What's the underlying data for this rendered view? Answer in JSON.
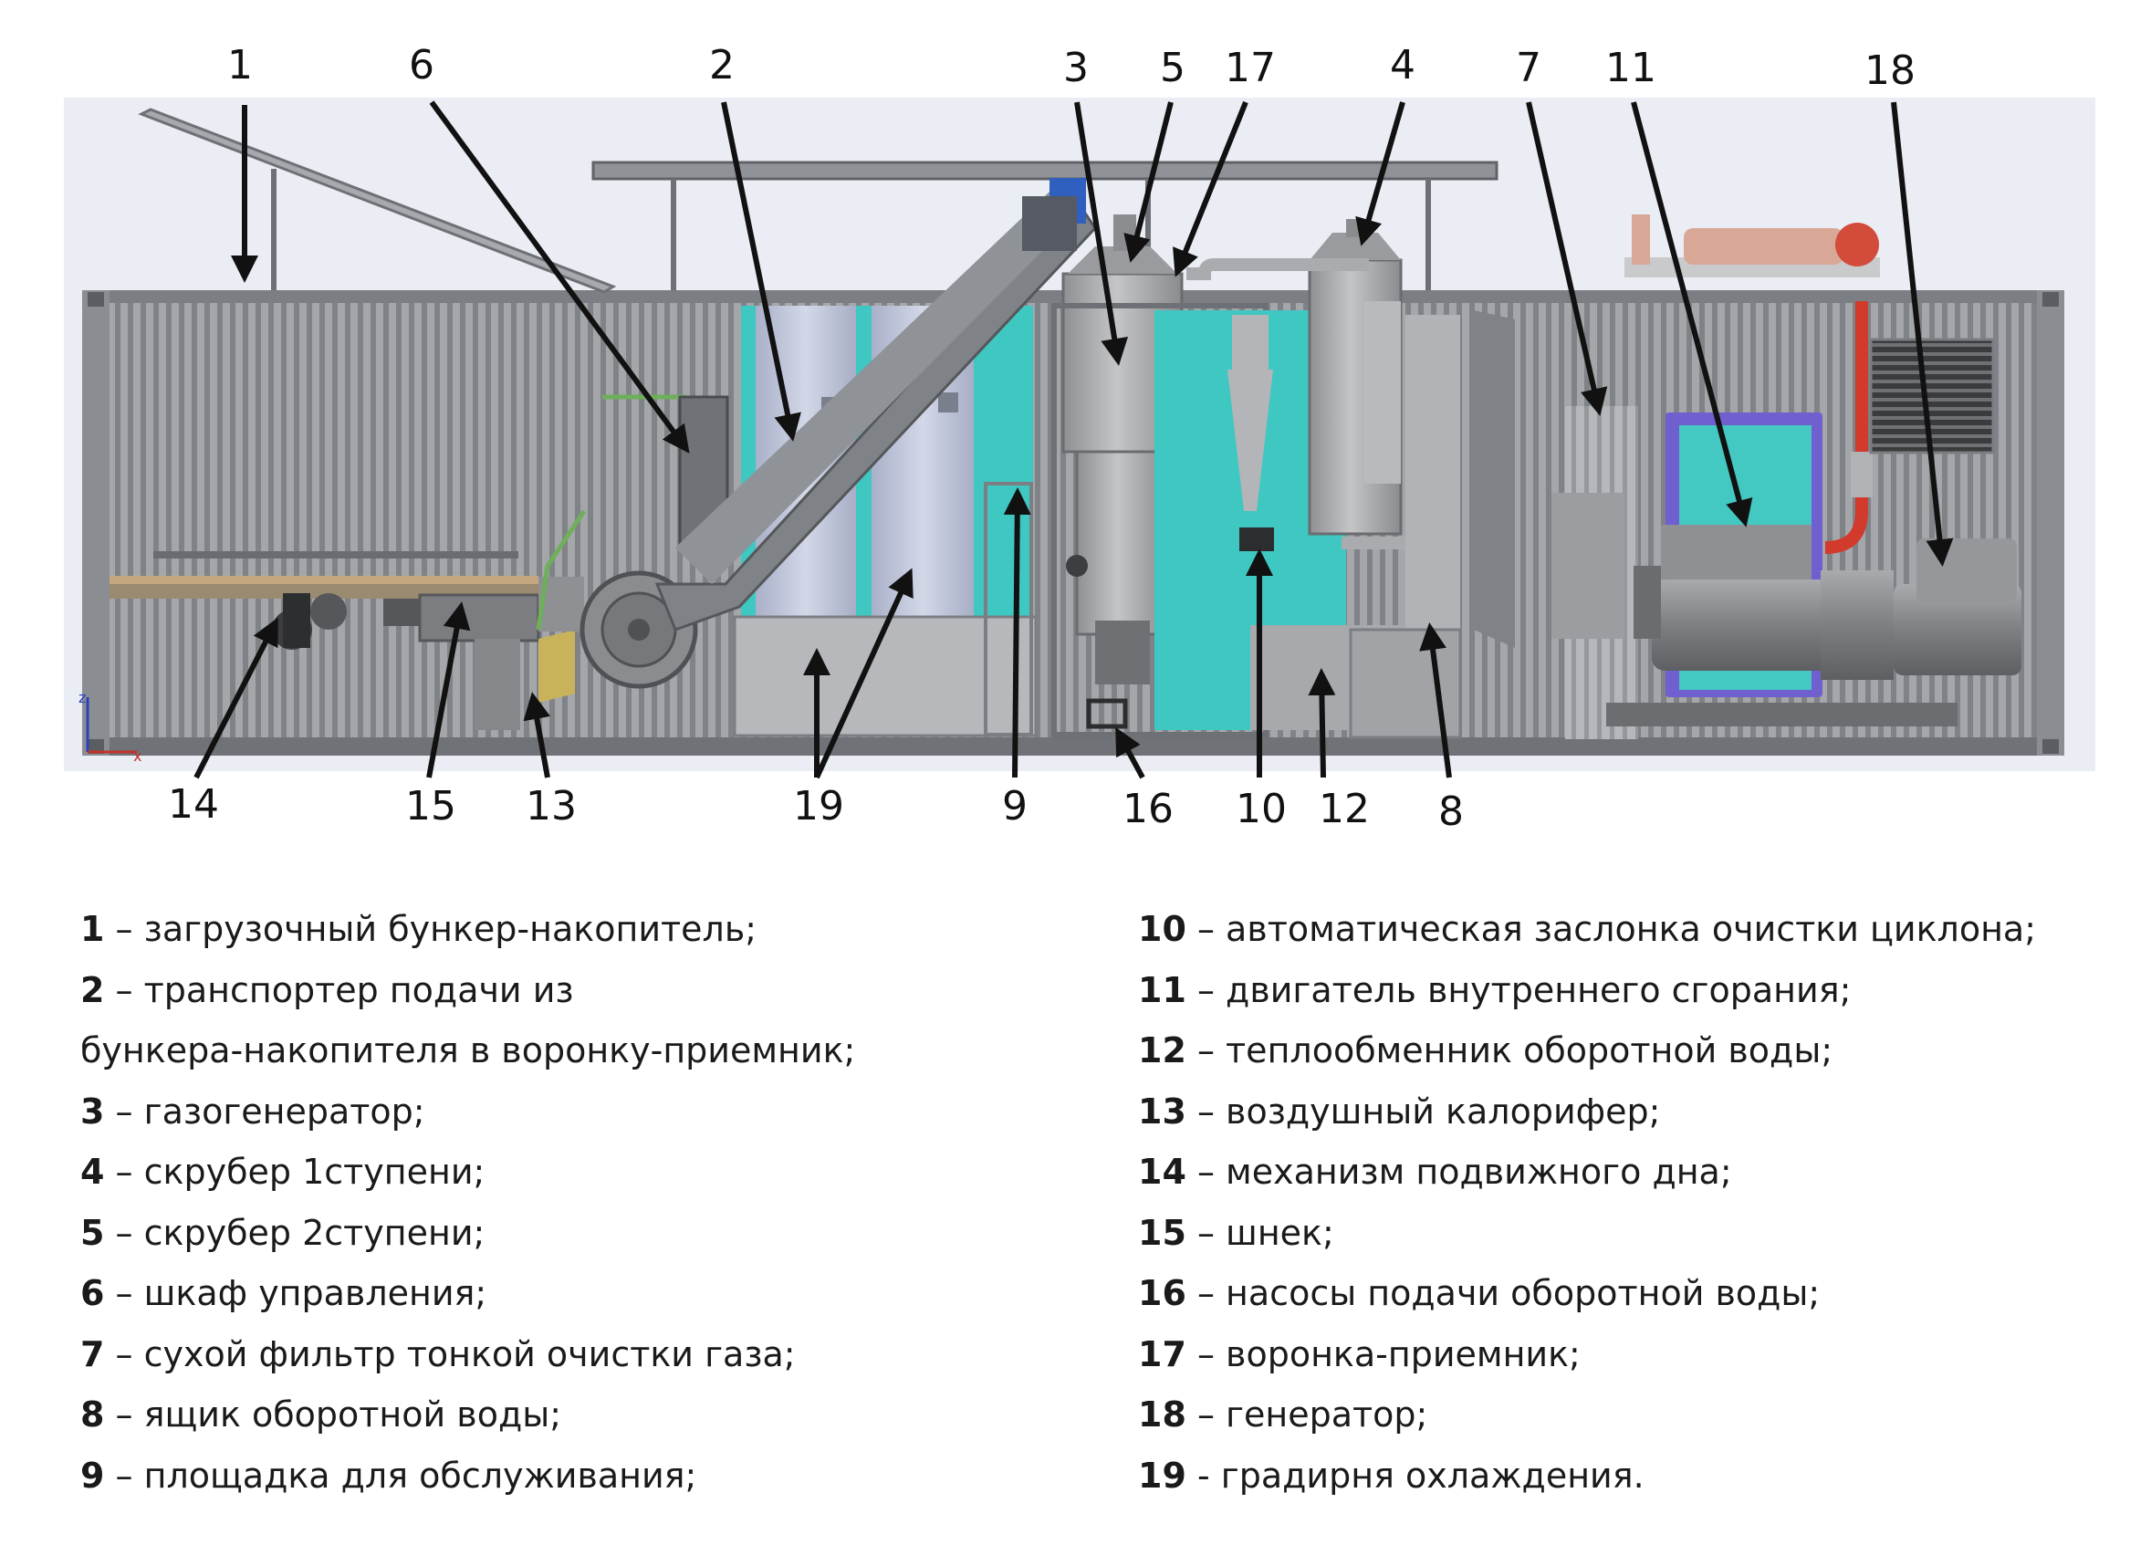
{
  "callouts": {
    "c1": "1",
    "c6": "6",
    "c2": "2",
    "c3": "3",
    "c5": "5",
    "c17": "17",
    "c4": "4",
    "c7": "7",
    "c11": "11",
    "c18": "18",
    "c14": "14",
    "c15": "15",
    "c13": "13",
    "c19": "19",
    "c9": "9",
    "c16": "16",
    "c10": "10",
    "c12": "12",
    "c8": "8"
  },
  "axis_triad": {
    "z": "z",
    "x": "x"
  },
  "legend_left": [
    {
      "num": "1",
      "text": " – загрузочный бункер-накопитель;"
    },
    {
      "num": "2",
      "text": " – транспортер подачи из"
    },
    {
      "num": "",
      "text": "бункера-накопителя в воронку-приемник;"
    },
    {
      "num": "3",
      "text": " – газогенератор;"
    },
    {
      "num": "4",
      "text": " – скрубер 1ступени;"
    },
    {
      "num": "5",
      "text": " – скрубер 2ступени;"
    },
    {
      "num": "6",
      "text": " – шкаф управления;"
    },
    {
      "num": "7",
      "text": " – сухой фильтр тонкой очистки газа;"
    },
    {
      "num": "8",
      "text": " – ящик оборотной воды;"
    },
    {
      "num": "9",
      "text": " – площадка для обслуживания;"
    }
  ],
  "legend_right": [
    {
      "num": "10",
      "text": " – автоматическая заслонка очистки циклона;"
    },
    {
      "num": "11",
      "text": " – двигатель внутреннего сгорания;"
    },
    {
      "num": "12",
      "text": " – теплообменник оборотной воды;"
    },
    {
      "num": "13",
      "text": " – воздушный калорифер;"
    },
    {
      "num": "14",
      "text": " – механизм подвижного дна;"
    },
    {
      "num": "15",
      "text": " – шнек;"
    },
    {
      "num": "16",
      "text": " – насосы подачи оборотной воды;"
    },
    {
      "num": "17",
      "text": " – воронка-приемник;"
    },
    {
      "num": "18",
      "text": " – генератор;"
    },
    {
      "num": "19",
      "text": " - градирня охлаждения."
    }
  ],
  "colors": {
    "wall": "#8e9196",
    "wall_light": "#b6b8bc",
    "frame": "#6d7075",
    "teal": "#3fc7c2",
    "tower": "#b9c0d8",
    "tank": "#a9aaac",
    "engine": "#8d8f92",
    "pipe_red": "#d23a2b",
    "sky": "#e8ebf1"
  }
}
